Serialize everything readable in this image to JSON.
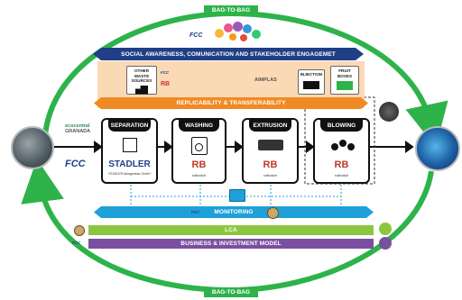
{
  "cycle": {
    "top_label": "BAG-TO-BAG",
    "bottom_label": "BAG-TO-BAG",
    "color": "#2db34a"
  },
  "bands": {
    "social": "SOCIAL AWARENESS, COMUNICATION AND STAKEHOLDER ENGAGEMET",
    "replicability": "REPLICABILITY & TRANSFERABILITY",
    "monitoring": "MONITORING",
    "lca": "LCA",
    "business": "BUSINESS & INVESTMENT MODEL"
  },
  "colors": {
    "social": "#1f3f86",
    "replicability": "#f08a24",
    "monitoring": "#1fa0d8",
    "lca": "#8cc63f",
    "business": "#7b4fa0",
    "stage_header": "#111111"
  },
  "stages": [
    {
      "title": "SEPARATION",
      "logo": "STADLER",
      "logo_sub": "STADLER Anlagenbau GmbH"
    },
    {
      "title": "WASHING",
      "logo": "RB",
      "logo_sub": "rollbatch"
    },
    {
      "title": "EXTRUSION",
      "logo": "RB",
      "logo_sub": "rollbatch"
    },
    {
      "title": "BLOWING",
      "logo": "RB",
      "logo_sub": "rollbatch"
    }
  ],
  "mini_boxes": {
    "other_waste": "OTHER WASTE SOURCES",
    "injection": "INJECTION",
    "fruit_boxes": "FRUIT BOXES"
  },
  "logos": {
    "ecocentral": "ecocentral",
    "ecocentral_sub": "GRANADA",
    "fcc": "FCC",
    "aimplas": "AIMPLAS",
    "rb": "RB"
  },
  "icons": [
    "recycle-icon",
    "settings-icon",
    "laptop-icon"
  ]
}
